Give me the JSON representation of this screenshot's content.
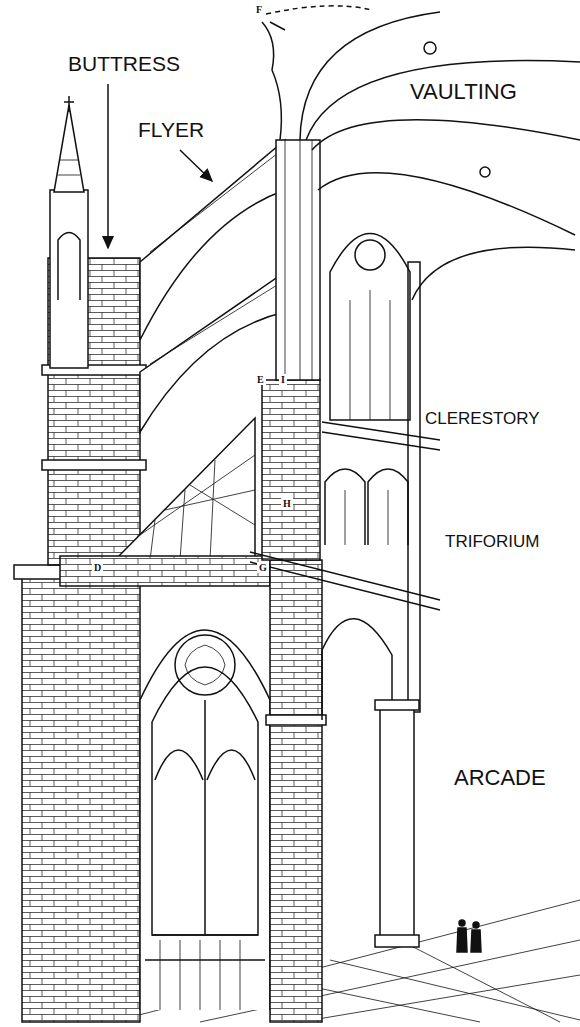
{
  "diagram": {
    "labels": [
      "F",
      "BUTTRESS",
      "VAULTING",
      "FLYER",
      "E",
      "I",
      "CLERESTORY",
      "H",
      "TRIFORIUM",
      "D",
      "G",
      "ARCADE"
    ]
  }
}
